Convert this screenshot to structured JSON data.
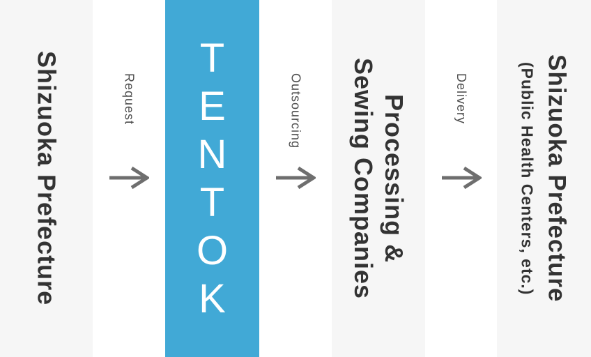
{
  "flow": {
    "nodes": [
      {
        "id": "source",
        "label": "Shizuoka Prefecture"
      },
      {
        "id": "tentok",
        "label": "TENTOK"
      },
      {
        "id": "processing",
        "line1": "Processing &",
        "line2": "Sewing Companies"
      },
      {
        "id": "destination",
        "line1": "Shizuoka Prefecture",
        "line2": "(Public Health Centers, etc.)"
      }
    ],
    "connectors": [
      {
        "label": "Request"
      },
      {
        "label": "Outsourcing"
      },
      {
        "label": "Delivery"
      }
    ]
  },
  "colors": {
    "accent_blue": "#41a9d6",
    "panel_gray": "#f6f6f6",
    "heading_text": "#333333",
    "label_text": "#4d4d4d",
    "arrow_gray": "#6e6e6e",
    "tentok_text": "#ffffff"
  }
}
